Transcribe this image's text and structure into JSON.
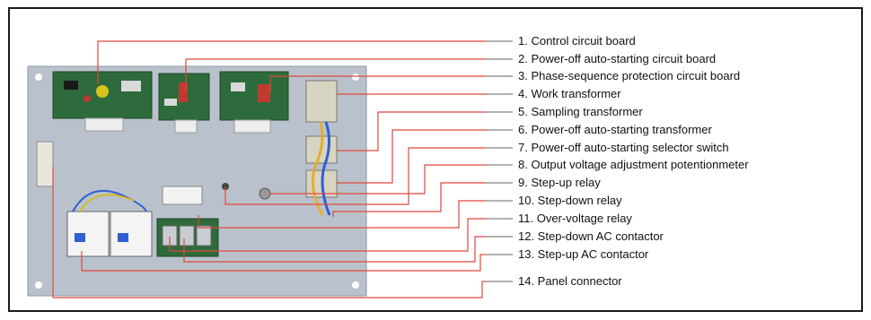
{
  "legend": {
    "items": [
      "1. Control circuit board",
      "2. Power-off auto-starting circuit board",
      "3. Phase-sequence protection circuit board",
      "4. Work transformer",
      "5. Sampling transformer",
      "6. Power-off auto-starting transformer",
      "7. Power-off auto-starting selector switch",
      "8. Output voltage adjustment potentionmeter",
      "9. Step-up relay",
      "10. Step-down relay",
      "11. Over-voltage relay",
      "12. Step-down AC contactor",
      "13. Step-up AC contactor",
      "14. Panel connector"
    ]
  },
  "colors": {
    "leader_line": "#e0483c",
    "leader_connector": "#666666",
    "panel": "#b9c2cc",
    "circuit_board": "#2e6b3c",
    "frame": "#1a1a1a"
  }
}
